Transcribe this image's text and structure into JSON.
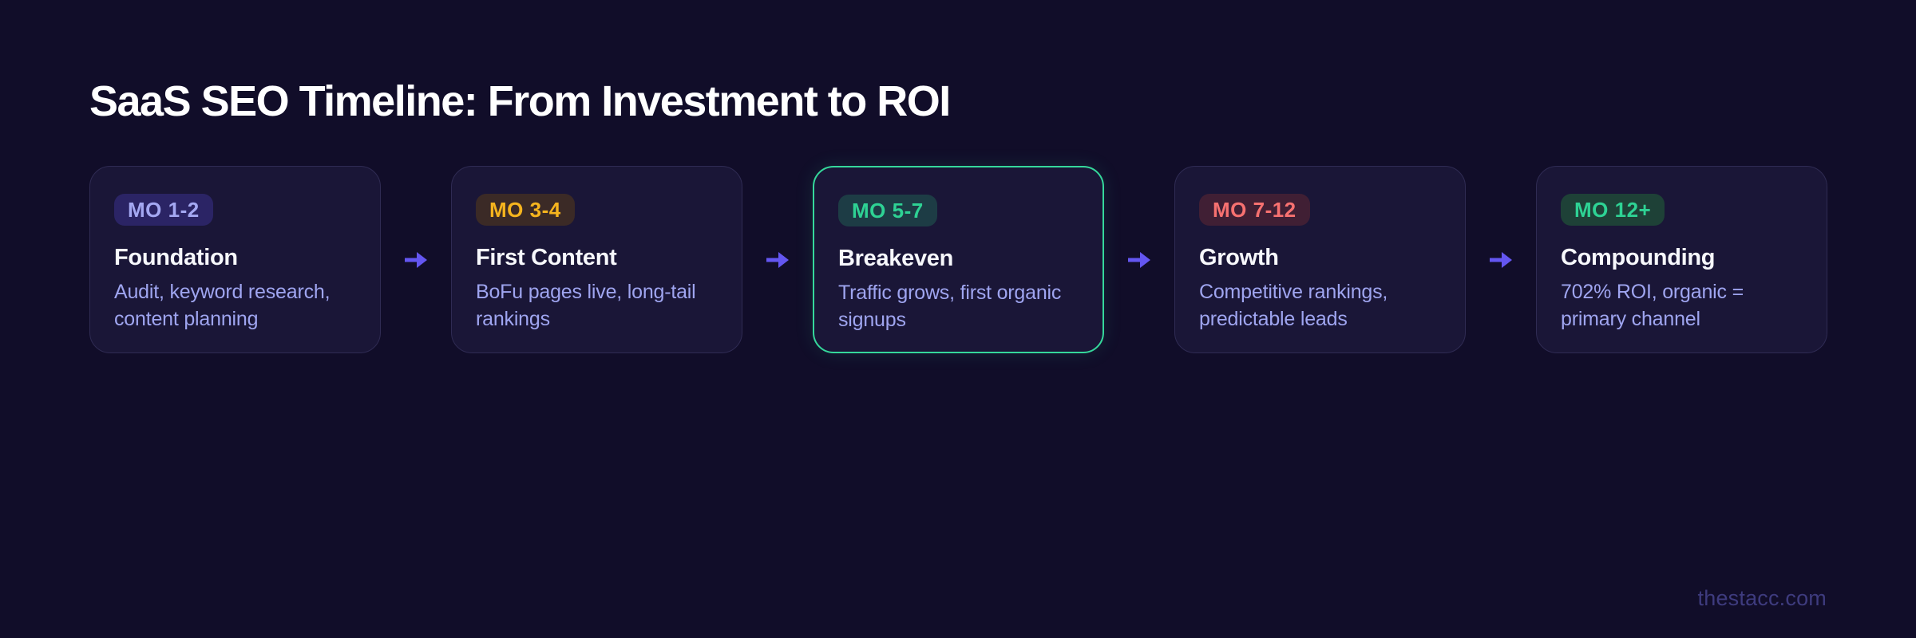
{
  "page": {
    "title": "SaaS SEO Timeline: From Investment to ROI",
    "watermark": "thestacc.com",
    "background_color": "#110d29",
    "arrow_color": "#6456f1",
    "arrow_icon": "arrow-right"
  },
  "timeline": {
    "stages": [
      {
        "badge": "MO 1-2",
        "badge_bg": "#2b2465",
        "badge_color": "#a4a8f2",
        "title": "Foundation",
        "description": "Audit, keyword research, content planning",
        "border_color": "#2f2b53",
        "highlighted": false
      },
      {
        "badge": "MO 3-4",
        "badge_bg": "#3b2a26",
        "badge_color": "#f5b41e",
        "title": "First Content",
        "description": "BoFu pages live, long-tail rankings",
        "border_color": "#2f2b53",
        "highlighted": false
      },
      {
        "badge": "MO 5-7",
        "badge_bg": "#1d3c45",
        "badge_color": "#2ed294",
        "title": "Breakeven",
        "description": "Traffic grows, first organic signups",
        "border_color": "#35d89b",
        "highlighted": true
      },
      {
        "badge": "MO 7-12",
        "badge_bg": "#401f34",
        "badge_color": "#f77170",
        "title": "Growth",
        "description": "Competitive rankings, predictable leads",
        "border_color": "#2f2b53",
        "highlighted": false
      },
      {
        "badge": "MO 12+",
        "badge_bg": "#1e4137",
        "badge_color": "#2ed294",
        "title": "Compounding",
        "description": "702% ROI, organic = primary channel",
        "border_color": "#2f2b53",
        "highlighted": false
      }
    ]
  }
}
